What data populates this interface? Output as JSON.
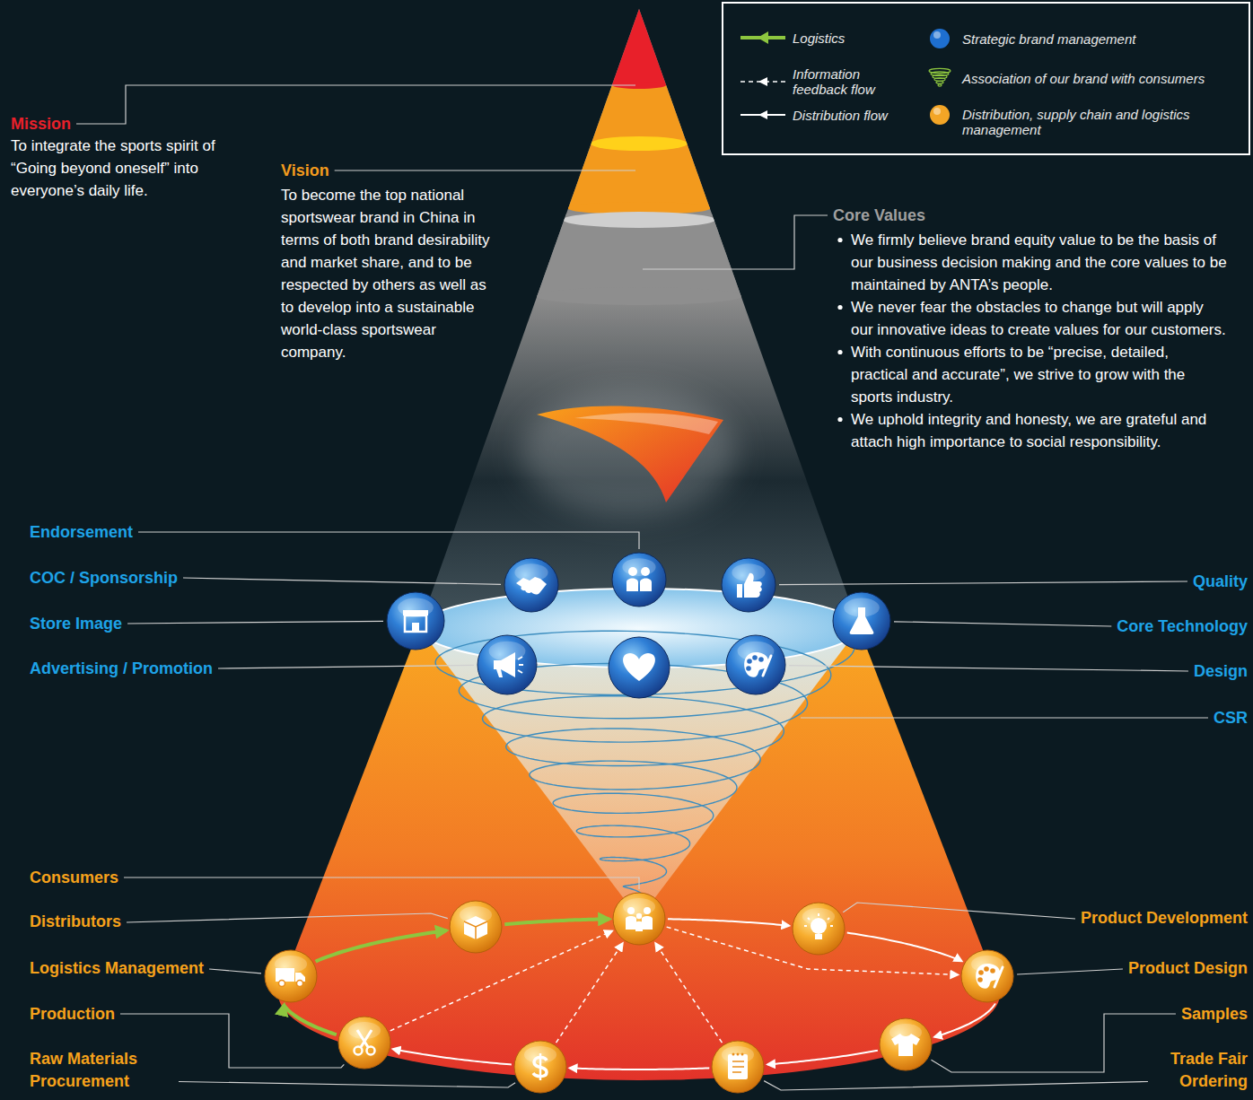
{
  "diagram": {
    "nodes": [
      {
        "text": [
          "Endorsement"
        ]
      },
      {
        "text": [
          "COC / Sponsorship"
        ]
      },
      {
        "text": [
          "Quality"
        ]
      },
      {
        "text": [
          "Store Image"
        ]
      },
      {
        "text": [
          "Core Technology"
        ]
      },
      {
        "text": [
          "Advertising / Promotion"
        ]
      },
      {
        "text": [
          "Design"
        ]
      },
      {
        "text": [
          "Consumers"
        ]
      },
      {
        "text": [
          "Distributors"
        ]
      },
      {
        "text": [
          "Product Development"
        ]
      },
      {
        "text": [
          "Logistics Management"
        ]
      },
      {
        "text": [
          "Product Design"
        ]
      },
      {
        "text": [
          "Production"
        ]
      },
      {
        "text": [
          "Samples"
        ]
      },
      {
        "text": [
          "Raw Materials Procurement"
        ]
      },
      {
        "text": [
          "Trade Fair Ordering"
        ]
      }
    ],
    "edges": [
      {
        "from": 7,
        "to": 9,
        "arrow": "to"
      },
      {
        "from": 9,
        "to": 11,
        "arrow": "to"
      },
      {
        "from": 11,
        "to": 13,
        "arrow": "to"
      },
      {
        "from": 13,
        "to": 15,
        "arrow": "to"
      },
      {
        "from": 15,
        "to": 14,
        "arrow": "to"
      },
      {
        "from": 14,
        "to": 12,
        "arrow": "to"
      },
      {
        "from": 12,
        "to": 10,
        "arrow": "to"
      },
      {
        "from": 10,
        "to": 8,
        "arrow": "to"
      },
      {
        "from": 8,
        "to": 7,
        "arrow": "to"
      },
      {
        "from": 7,
        "to": 11,
        "arrow": "to"
      },
      {
        "from": 15,
        "to": 7,
        "arrow": "to"
      },
      {
        "from": 14,
        "to": 7,
        "arrow": "to"
      },
      {
        "from": 12,
        "to": 7,
        "arrow": "to"
      }
    ],
    "labels": [
      "Mission",
      "To integrate the sports spirit of “Going beyond oneself” into everyone’s daily life.",
      "Vision",
      "To become the top national sportswear brand in China in terms of both brand desirability and market share, and to be respected by others as well as to develop into a sustainable world-class sportswear company.",
      "Core Values",
      "We firmly believe brand equity value to be the basis of our business decision making and the core values to be maintained by ANTA’s people.",
      "We never fear the obstacles to change but will apply our innovative ideas to create values for our customers.",
      "With continuous efforts to be “precise, detailed, practical and accurate”, we strive to grow with the sports industry.",
      "We uphold integrity and honesty, we are grateful and attach high importance to social responsibility.",
      "CSR"
    ],
    "legend": [
      {
        "text": "Logistics"
      },
      {
        "text": "Information feedback flow"
      },
      {
        "text": "Distribution flow"
      },
      {
        "text": "Strategic brand management",
        "color": "#1e6fd0"
      },
      {
        "text": "Association of our brand with consumers"
      },
      {
        "text": "Distribution, supply chain and logistics management",
        "color": "#f3a526"
      }
    ]
  }
}
